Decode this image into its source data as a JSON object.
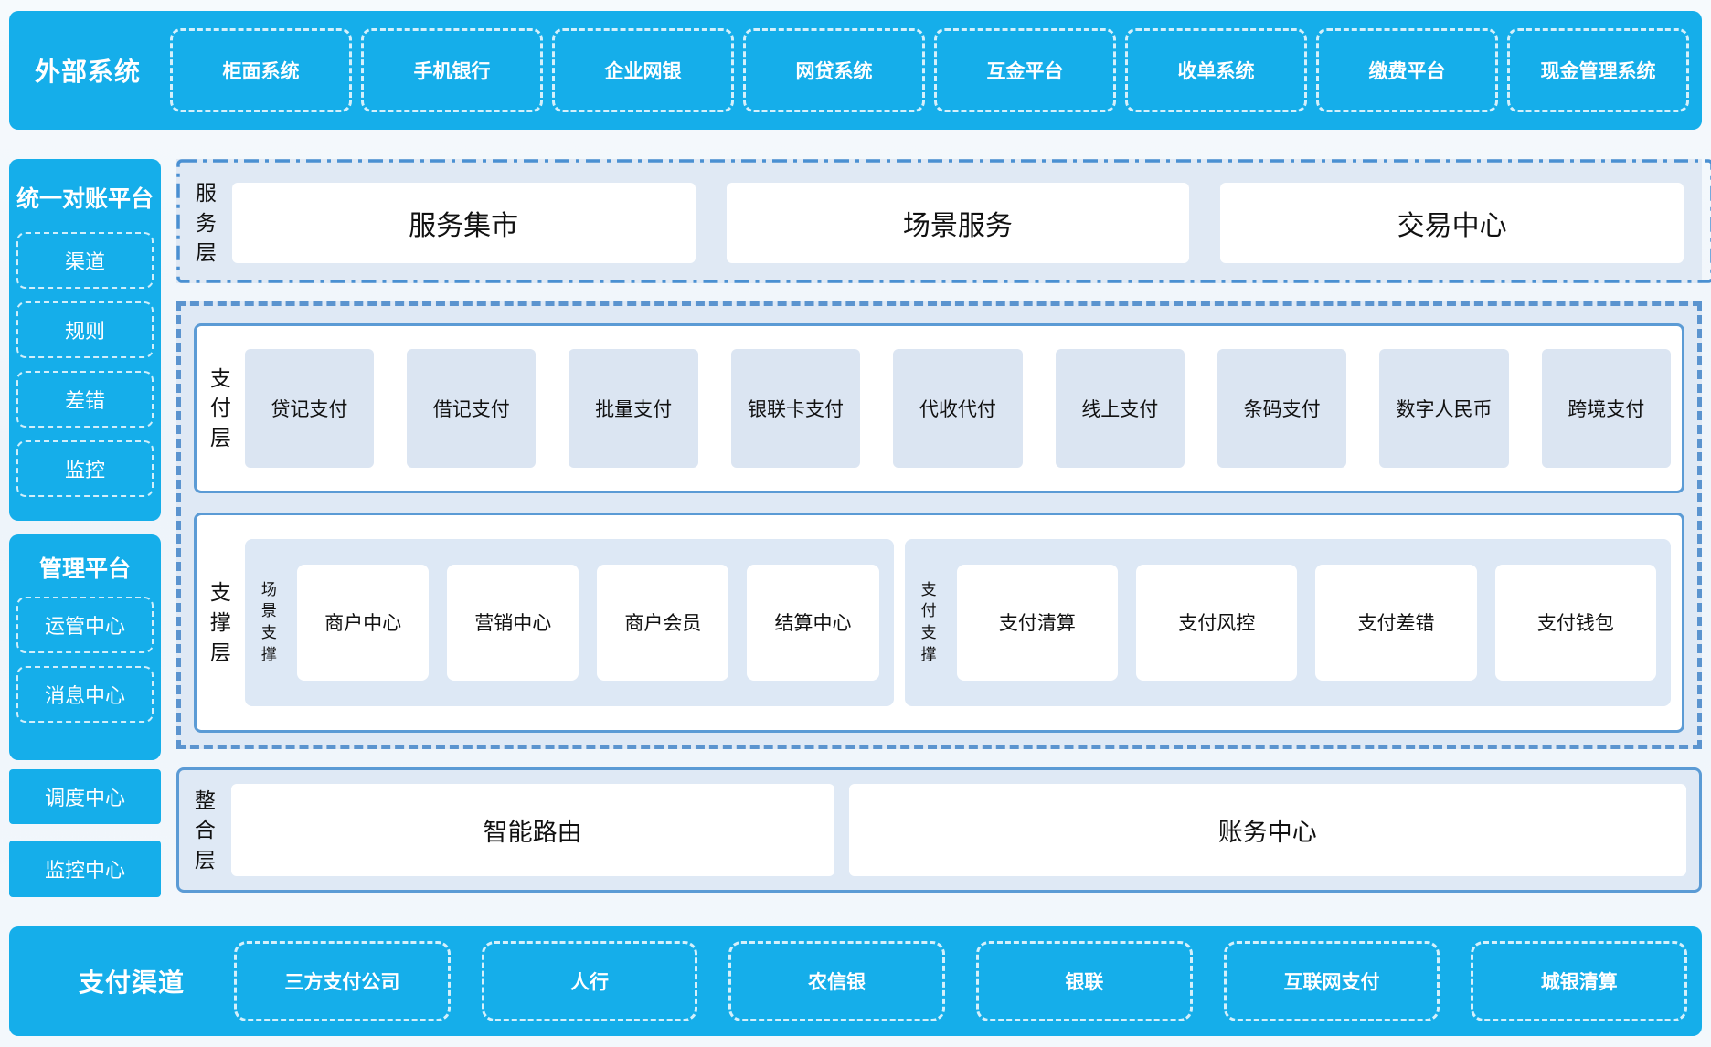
{
  "colors": {
    "primary_blue": "#15aeea",
    "panel_light_bg": "#dfe9f5",
    "item_bg": "#dbe5f2",
    "solid_border": "#5b9bd5",
    "dashed_border": "#5b94cf",
    "white_dash": "rgba(255,255,255,0.82)",
    "text": "#111111"
  },
  "top_bar": {
    "title": "外部系统",
    "items": [
      "柜面系统",
      "手机银行",
      "企业网银",
      "网贷系统",
      "互金平台",
      "收单系统",
      "缴费平台",
      "现金管理系统"
    ]
  },
  "sidebar": {
    "panels": [
      {
        "title": "统一对账平台",
        "items": [
          "渠道",
          "规则",
          "差错",
          "监控"
        ]
      },
      {
        "title": "管理平台",
        "items": [
          "运管中心",
          "消息中心"
        ]
      }
    ],
    "solo_boxes": [
      "调度中心",
      "监控中心"
    ]
  },
  "layers": {
    "service": {
      "label": "服务层",
      "items": [
        "服务集市",
        "场景服务",
        "交易中心"
      ]
    },
    "payment": {
      "label": "支付层",
      "items": [
        "贷记支付",
        "借记支付",
        "批量支付",
        "银联卡支付",
        "代收代付",
        "线上支付",
        "条码支付",
        "数字人民币",
        "跨境支付"
      ]
    },
    "support": {
      "label": "支撑层",
      "groups": [
        {
          "label": "场景支撑",
          "items": [
            "商户中心",
            "营销中心",
            "商户会员",
            "结算中心"
          ]
        },
        {
          "label": "支付支撑",
          "items": [
            "支付清算",
            "支付风控",
            "支付差错",
            "支付钱包"
          ]
        }
      ]
    },
    "integration": {
      "label": "整合层",
      "items": [
        "智能路由",
        "账务中心"
      ]
    }
  },
  "bottom_bar": {
    "title": "支付渠道",
    "items": [
      "三方支付公司",
      "人行",
      "农信银",
      "银联",
      "互联网支付",
      "城银清算"
    ]
  }
}
